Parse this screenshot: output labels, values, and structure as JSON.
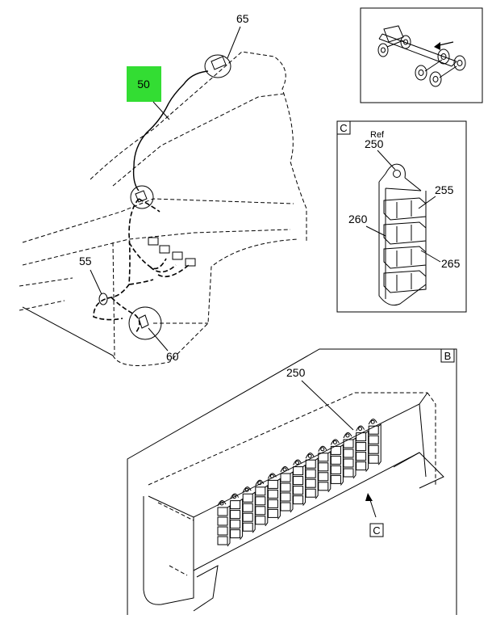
{
  "highlight_color": "#33dd33",
  "callouts": {
    "c50": "50",
    "c65": "65",
    "c55": "55",
    "c60": "60",
    "c250_ref_word": "Ref",
    "c250_detail": "250",
    "c255": "255",
    "c260": "260",
    "c265": "265",
    "c250_main": "250"
  },
  "view_labels": {
    "detail_c": "C",
    "section_b": "B",
    "pointer_c": "C"
  },
  "icons": {
    "truck_locator": "truck-chassis-icon",
    "direction_arrow": "arrow-icon"
  }
}
